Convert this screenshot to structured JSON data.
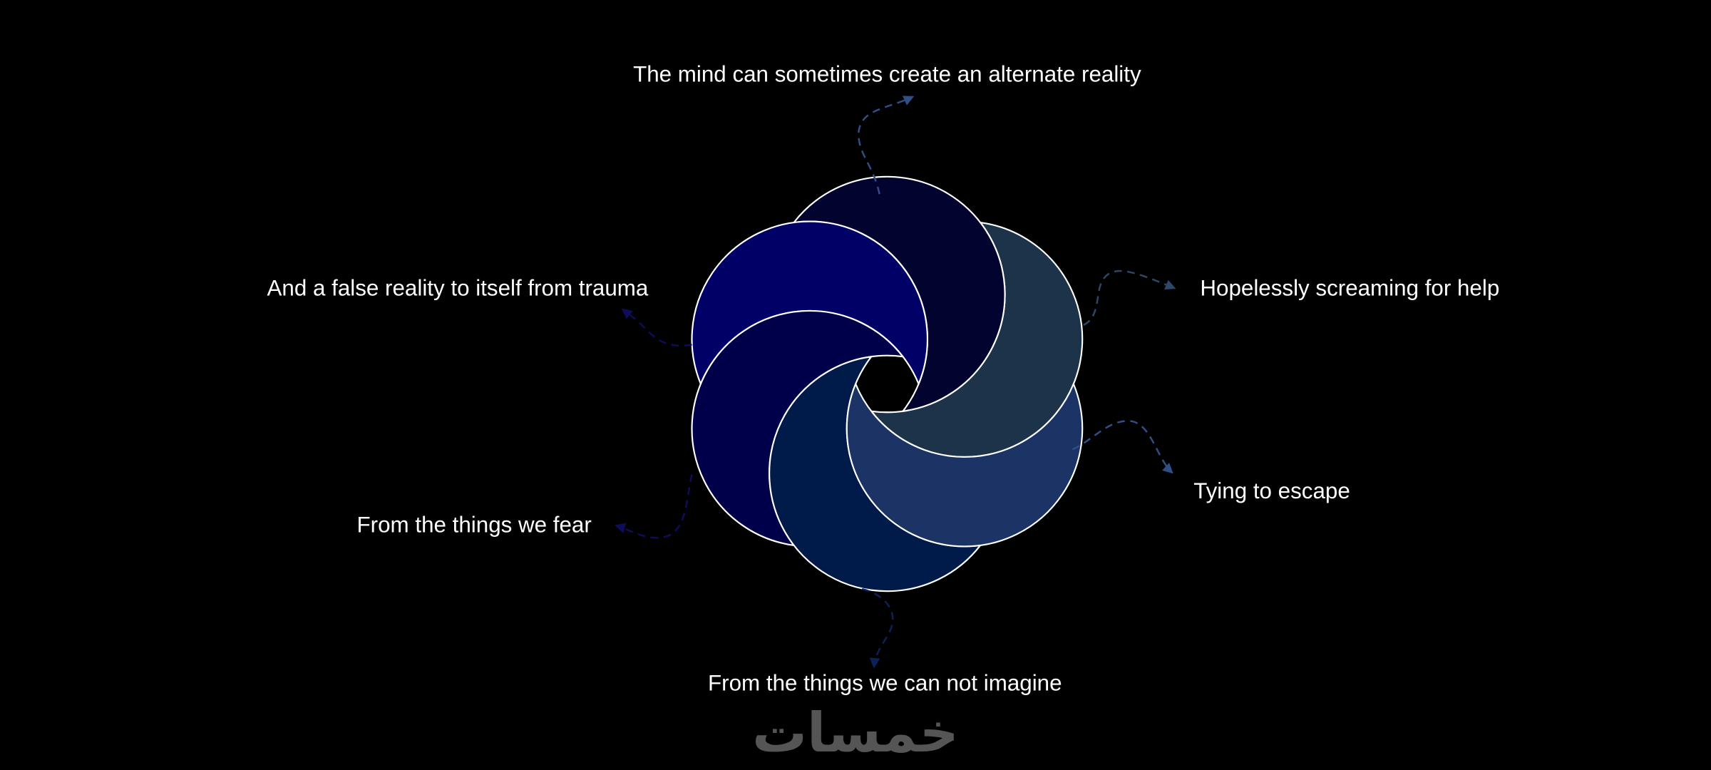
{
  "labels": {
    "top": "The mind can sometimes create an alternate reality",
    "right_upper": "Hopelessly screaming for help",
    "right_lower": "Tying to escape",
    "bottom": "From the things we can not imagine",
    "left_lower": "From the things we fear",
    "left_upper": "And a false reality to itself from trauma"
  },
  "petal_colors": [
    "#1c3349",
    "#03032f",
    "#000066",
    "#00004a",
    "#001a4a",
    "#1c3366"
  ],
  "connector_colors": {
    "top": "#2f4f86",
    "right_upper": "#2c4866",
    "right_lower": "#2f4f86",
    "bottom": "#0c2256",
    "left_lower": "#0d0d5c",
    "left_upper": "#0d0d5c"
  },
  "watermark": {
    "text": "خمسات"
  }
}
